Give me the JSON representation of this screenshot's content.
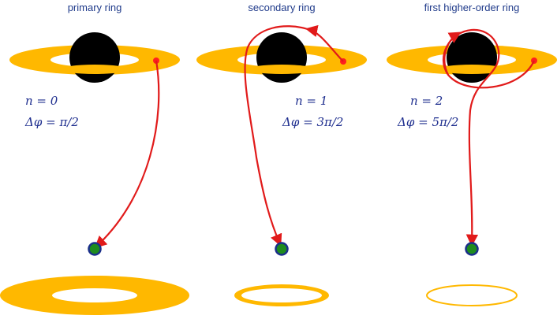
{
  "colors": {
    "disk": "#FFB800",
    "hole": "#ffffff",
    "black_hole": "#000000",
    "photon_path": "#E11A1A",
    "source_dot": "#FF1F1F",
    "observer_fill": "#1E8C1E",
    "observer_ring": "#1A2F8A",
    "label_text": "#1f3a8a",
    "math_text": "#1f2f8f"
  },
  "panels": [
    {
      "title": "primary ring",
      "order_label": "n = 0",
      "delta_phi_label": "Δφ = π/2"
    },
    {
      "title": "secondary ring",
      "order_label": "n = 1",
      "delta_phi_label": "Δφ = 3π/2"
    },
    {
      "title": "first higher-order ring",
      "order_label": "n = 2",
      "delta_phi_label": "Δφ = 5π/2"
    }
  ]
}
